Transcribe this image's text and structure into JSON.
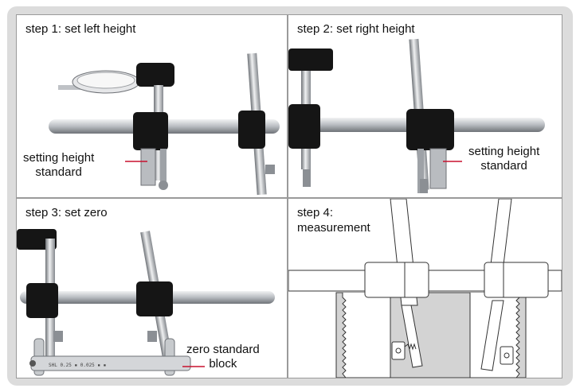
{
  "colors": {
    "frame": "#dcdcdc",
    "panel_border": "#9a9a9a",
    "pointer_line": "#c8102e",
    "rod": "#c9ccd0",
    "block": "#151515",
    "steel": "#b9bcc0"
  },
  "panels": [
    {
      "step": "step 1: set left height",
      "callout": "setting height\nstandard"
    },
    {
      "step": "step 2: set right height",
      "callout": "setting height\nstandard"
    },
    {
      "step": "step 3: set zero",
      "callout": "zero standard\nblock"
    },
    {
      "step": "step 4:\nmeasurement"
    }
  ],
  "icons": [
    "dial-gauge-icon",
    "clamp-block-icon",
    "height-standard-icon",
    "zero-block-icon"
  ]
}
